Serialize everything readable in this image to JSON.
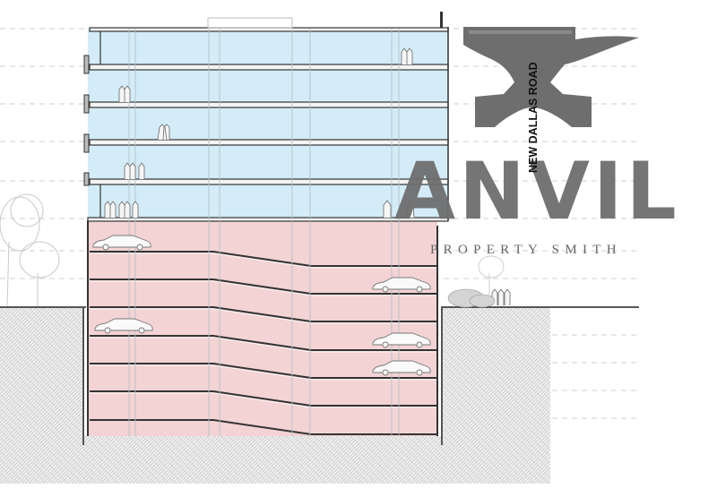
{
  "logo": {
    "brand_word": "ANVIL",
    "tagline": "PROPERTY SMITH",
    "vertical_label": "NEW DALLAS ROAD",
    "icon": "anvil-icon",
    "color": "#6e6e6e"
  },
  "drawing": {
    "type": "building-section",
    "colors": {
      "office_glass": "#d3ecf8",
      "parking": "#f3d3d4",
      "ground_hatch": "#e6e6e6",
      "slab": "#444444",
      "guide_dash": "#cccccc"
    },
    "office_floors": 5,
    "parking_levels": 7,
    "cars": 5
  }
}
